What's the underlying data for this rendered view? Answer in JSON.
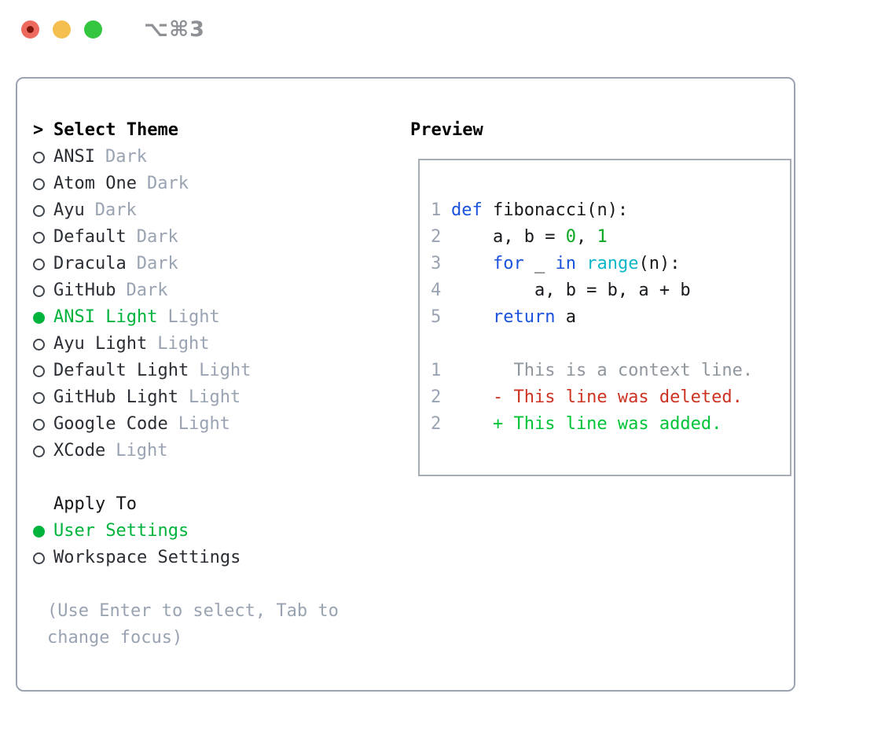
{
  "titlebar": {
    "shortcut": "⌥⌘3",
    "traffic_lights": [
      {
        "name": "close",
        "color": "#ee6a5f"
      },
      {
        "name": "minimize",
        "color": "#f5bf4f"
      },
      {
        "name": "maximize",
        "color": "#34c63f"
      }
    ]
  },
  "theme_panel": {
    "cursor": ">",
    "title": "Select Theme",
    "items": [
      {
        "name": "ANSI",
        "variant": "Dark",
        "selected": false
      },
      {
        "name": "Atom One",
        "variant": "Dark",
        "selected": false
      },
      {
        "name": "Ayu",
        "variant": "Dark",
        "selected": false
      },
      {
        "name": "Default",
        "variant": "Dark",
        "selected": false
      },
      {
        "name": "Dracula",
        "variant": "Dark",
        "selected": false
      },
      {
        "name": "GitHub",
        "variant": "Dark",
        "selected": false
      },
      {
        "name": "ANSI Light",
        "variant": "Light",
        "selected": true
      },
      {
        "name": "Ayu Light",
        "variant": "Light",
        "selected": false
      },
      {
        "name": "Default Light",
        "variant": "Light",
        "selected": false
      },
      {
        "name": "GitHub Light",
        "variant": "Light",
        "selected": false
      },
      {
        "name": "Google Code",
        "variant": "Light",
        "selected": false
      },
      {
        "name": "XCode",
        "variant": "Light",
        "selected": false
      }
    ],
    "apply_section": {
      "title": "Apply To",
      "options": [
        {
          "label": "User Settings",
          "selected": true
        },
        {
          "label": "Workspace Settings",
          "selected": false
        }
      ]
    },
    "hint": "(Use Enter to select, Tab to change focus)"
  },
  "preview_panel": {
    "title": "Preview",
    "lines": [
      {
        "num": "1",
        "tokens": [
          {
            "text": "def",
            "style": "keyword"
          },
          {
            "text": " fibonacci(n):",
            "style": "plain"
          }
        ]
      },
      {
        "num": "2",
        "tokens": [
          {
            "text": "    a, b = ",
            "style": "plain"
          },
          {
            "text": "0",
            "style": "number"
          },
          {
            "text": ", ",
            "style": "plain"
          },
          {
            "text": "1",
            "style": "number"
          }
        ]
      },
      {
        "num": "3",
        "tokens": [
          {
            "text": "    ",
            "style": "plain"
          },
          {
            "text": "for",
            "style": "keyword"
          },
          {
            "text": " _ ",
            "style": "plain"
          },
          {
            "text": "in",
            "style": "keyword"
          },
          {
            "text": " ",
            "style": "plain"
          },
          {
            "text": "range",
            "style": "builtin"
          },
          {
            "text": "(n):",
            "style": "plain"
          }
        ]
      },
      {
        "num": "4",
        "tokens": [
          {
            "text": "        a, b = b, a + b",
            "style": "plain"
          }
        ]
      },
      {
        "num": "5",
        "tokens": [
          {
            "text": "    ",
            "style": "plain"
          },
          {
            "text": "return",
            "style": "keyword"
          },
          {
            "text": " a",
            "style": "plain"
          }
        ]
      },
      {
        "num": "",
        "tokens": []
      },
      {
        "num": "1",
        "tokens": [
          {
            "text": "      This is a context line.",
            "style": "context"
          }
        ]
      },
      {
        "num": "2",
        "tokens": [
          {
            "text": "    - This line was deleted.",
            "style": "deleted"
          }
        ]
      },
      {
        "num": "2",
        "tokens": [
          {
            "text": "    + This line was added.",
            "style": "added"
          }
        ]
      }
    ]
  },
  "colors": {
    "selection_green": "#00b33c",
    "keyword_blue": "#1a52dd",
    "builtin_cyan": "#0cb6c9",
    "number_green": "#0ca821",
    "deleted_red": "#cc3322",
    "added_green": "#00c437",
    "muted_gray": "#99a3b2",
    "context_gray": "#8f969e",
    "text_black": "#17191d",
    "border_gray": "#9aa3ae"
  }
}
